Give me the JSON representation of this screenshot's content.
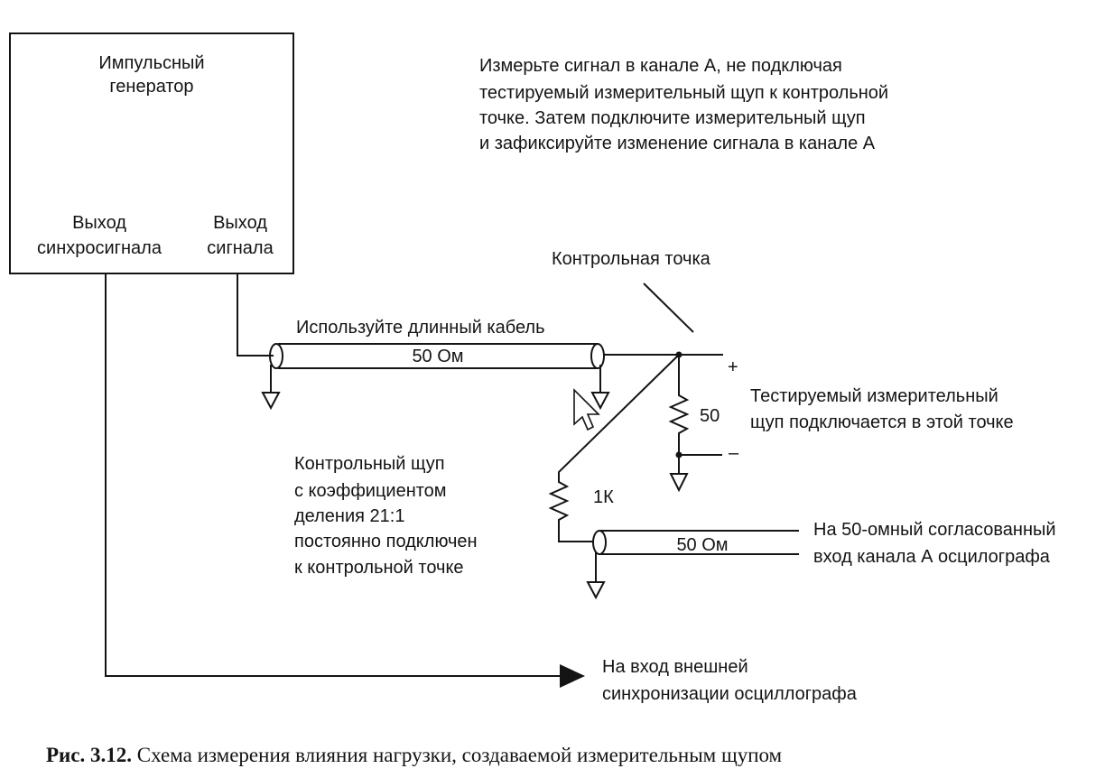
{
  "generator": {
    "title_line1": "Импульсный",
    "title_line2": "генератор",
    "sync_out_line1": "Выход",
    "sync_out_line2": "синхросигнала",
    "signal_out_line1": "Выход",
    "signal_out_line2": "сигнала"
  },
  "instruction": {
    "line1": "Измерьте сигнал в канале А, не подключая",
    "line2": "тестируемый измерительный щуп к контрольной",
    "line3": "точке. Затем подключите измерительный щуп",
    "line4": "и зафиксируйте изменение сигнала в канале А"
  },
  "test_point_label": "Контрольная точка",
  "long_cable_label": "Используйте длинный кабель",
  "cable1_impedance": "50 Ом",
  "cable2_impedance": "50 Ом",
  "resistor_50_label": "50",
  "resistor_1k_label": "1К",
  "plus_sign": "+",
  "minus_sign": "–",
  "probe_connect": {
    "line1": "Тестируемый измерительный",
    "line2": "щуп подключается в этой точке"
  },
  "control_probe": {
    "line1": "Контрольный щуп",
    "line2": "с коэффициентом",
    "line3": "деления 21:1",
    "line4": "постоянно подключен",
    "line5": "к контрольной точке"
  },
  "scope_input": {
    "line1": "На 50-омный согласованный",
    "line2": "вход канала А осцилографа"
  },
  "ext_sync": {
    "line1": "На вход внешней",
    "line2": "синхронизации осциллографа"
  },
  "caption": {
    "number": "Рис. 3.12.",
    "text": " Схема измерения влияния нагрузки, создаваемой измерительным щупом"
  }
}
